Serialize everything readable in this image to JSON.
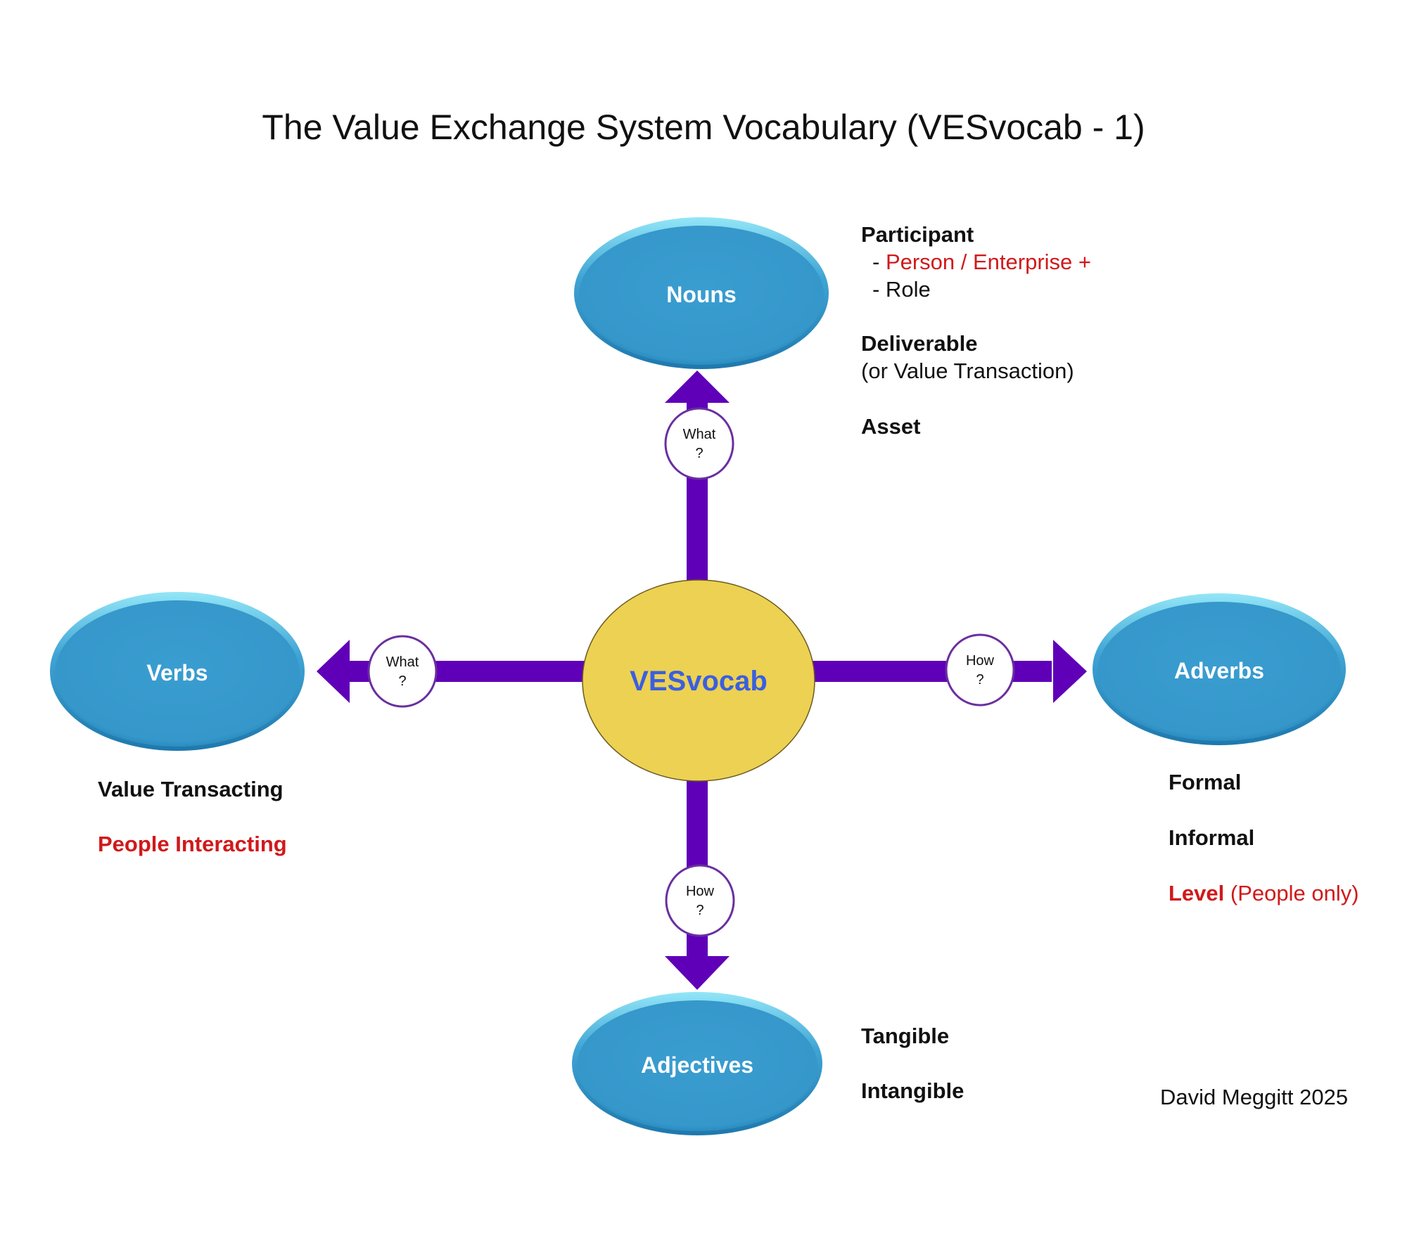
{
  "title": "The Value Exchange System Vocabulary (VESvocab - 1)",
  "colors": {
    "node_fill": "#3699cb",
    "node_highlight": "#8fe3f5",
    "center_fill": "#edd152",
    "center_text": "#3a5fe0",
    "arrow": "#5f00b8",
    "question_border": "#6a2fa0",
    "emphasis_red": "#d0191b"
  },
  "center": {
    "label": "VESvocab"
  },
  "nodes": {
    "nouns": {
      "label": "Nouns",
      "question": [
        "What",
        "?"
      ]
    },
    "verbs": {
      "label": "Verbs",
      "question": [
        "What",
        "?"
      ]
    },
    "adverbs": {
      "label": "Adverbs",
      "question": [
        "How",
        "?"
      ]
    },
    "adjectives": {
      "label": "Adjectives",
      "question": [
        "How",
        "?"
      ]
    }
  },
  "nouns_notes": {
    "participant": "Participant",
    "participant_dash1": "- ",
    "participant_item1": "Person / Enterprise +",
    "participant_item2": "- Role",
    "deliverable": "Deliverable",
    "deliverable_sub": "(or Value Transaction)",
    "asset": "Asset"
  },
  "verbs_notes": {
    "item1": "Value Transacting",
    "item2": "People Interacting"
  },
  "adverbs_notes": {
    "item1": "Formal",
    "item2": "Informal",
    "item3_bold": "Level",
    "item3_rest": " (People only)"
  },
  "adjectives_notes": {
    "item1": "Tangible",
    "item2": "Intangible"
  },
  "credit": "David Meggitt 2025"
}
